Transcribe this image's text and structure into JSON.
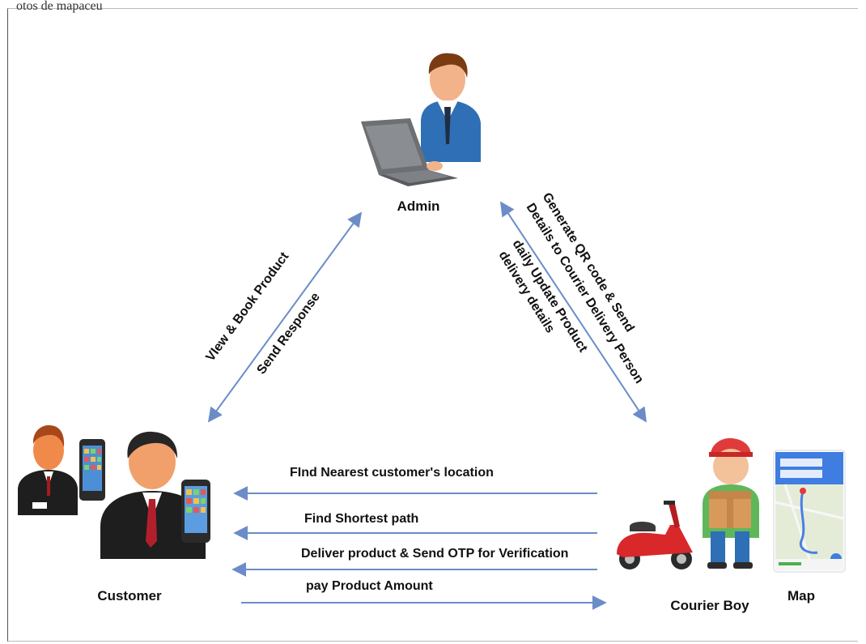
{
  "top_note": "otos de mapaceu",
  "nodes": {
    "admin": {
      "label": "Admin",
      "icon": "admin-laptop-icon"
    },
    "customer": {
      "label": "Customer",
      "icon": "customer-phone-icon"
    },
    "courier": {
      "label": "Courier Boy",
      "icon": "courier-scooter-icon"
    },
    "map": {
      "label": "Map",
      "icon": "map-screen-icon"
    }
  },
  "edges": {
    "customer_admin": [
      "VIew & Book Product",
      "Send Response"
    ],
    "admin_courier": [
      "Generate QR code & Send",
      "Details to Courier Delivery Person",
      "daily Update Product",
      "delivery details"
    ],
    "courier_customer": [
      "FInd Nearest customer's location",
      "Find Shortest path",
      "Deliver product & Send OTP for Verification"
    ],
    "customer_courier": [
      "pay Product Amount"
    ]
  },
  "colors": {
    "arrow": "#6b8cc7",
    "text": "#111111"
  }
}
